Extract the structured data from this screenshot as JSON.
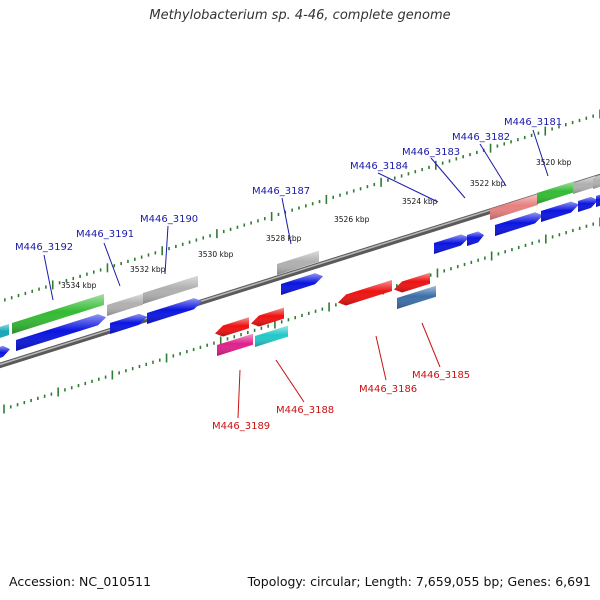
{
  "header": {
    "title": "Methylobacterium sp. 4-46, complete genome"
  },
  "footer": {
    "accession": "Accession: NC_010511",
    "summary": "Topology: circular; Length: 7,659,055 bp; Genes: 6,691"
  },
  "colors": {
    "backbone": "#8a8a8a",
    "ticks": "#2e7d32",
    "blue_label": "#1a1aaa",
    "red_label": "#cc1111",
    "gene_blue": "#0a14e0",
    "gene_red": "#ee1111",
    "gene_green": "#33bb33",
    "gene_gray": "#b0b0b0",
    "gene_salmon": "#e88080",
    "gene_magenta": "#e0208a",
    "gene_cyan": "#22c8c8",
    "gene_steel": "#3c6ea8",
    "gene_teal": "#10a8b8"
  },
  "scale_labels": [
    "3534 kbp",
    "3532 kbp",
    "3530 kbp",
    "3528 kbp",
    "3526 kbp",
    "3524 kbp",
    "3522 kbp",
    "3520 kbp"
  ],
  "upper_genes": [
    "M446_3192",
    "M446_3191",
    "M446_3190",
    "M446_3187",
    "M446_3184",
    "M446_3183",
    "M446_3182",
    "M446_3181"
  ],
  "lower_genes": [
    "M446_3189",
    "M446_3188",
    "M446_3186",
    "M446_3185"
  ]
}
